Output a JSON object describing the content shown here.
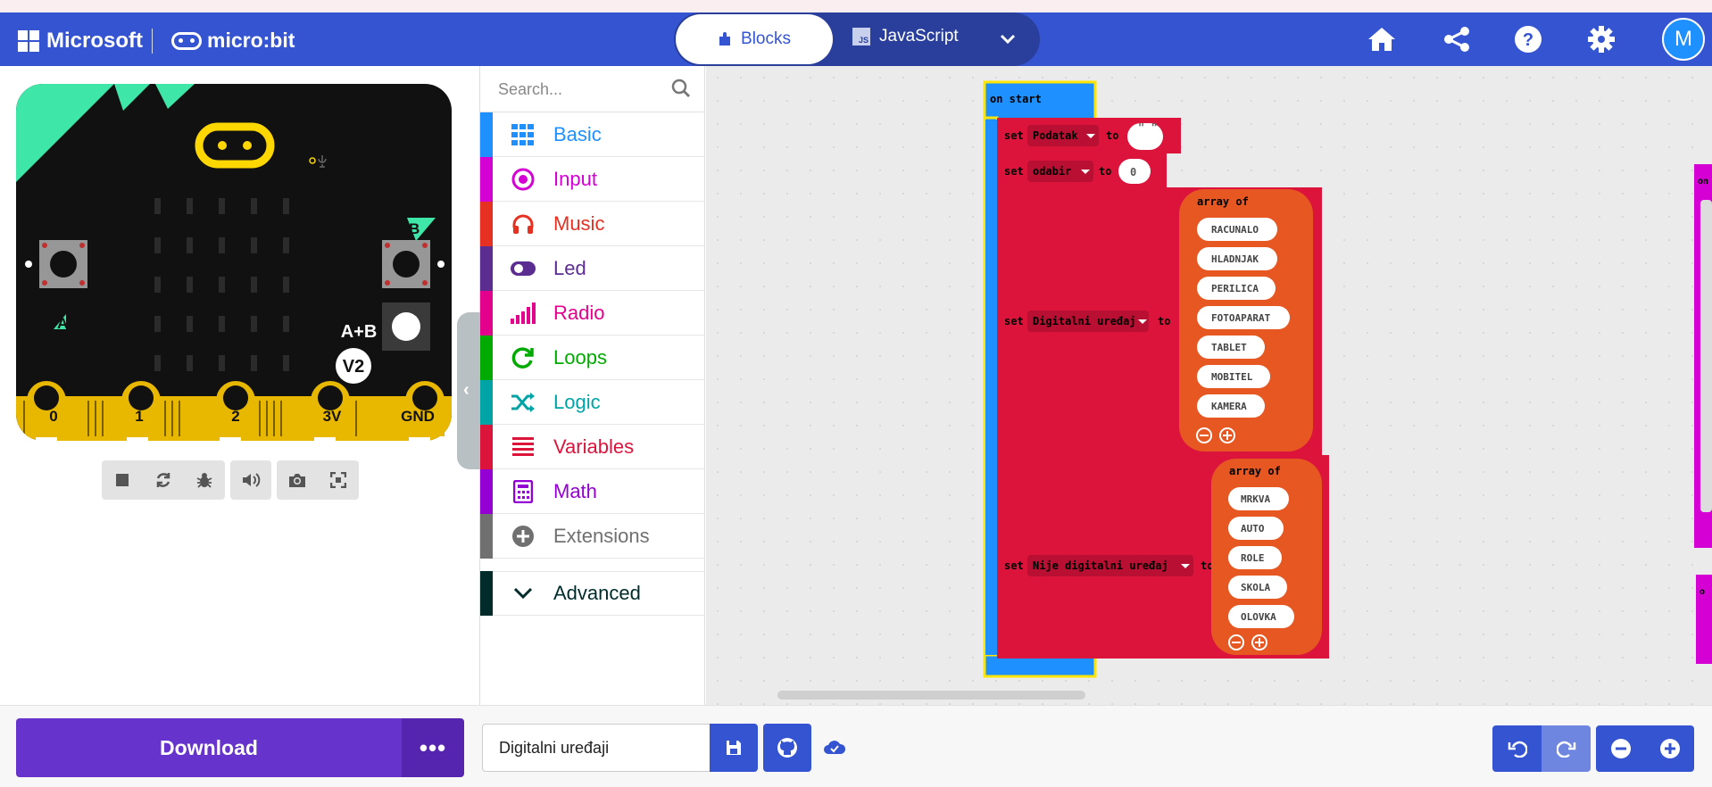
{
  "header": {
    "brand": "Microsoft",
    "product": "micro:bit",
    "modes": [
      {
        "label": "Blocks",
        "active": true
      },
      {
        "label": "JavaScript",
        "active": false
      }
    ],
    "avatar_initial": "M",
    "icons": [
      "home-icon",
      "share-icon",
      "help-icon",
      "settings-icon"
    ]
  },
  "simulator": {
    "pins": [
      "0",
      "1",
      "2",
      "3V",
      "GND"
    ],
    "button_a": "A",
    "button_b": "B",
    "button_ab": "A+B",
    "version": "V2",
    "toolbar_icons": [
      "stop-icon",
      "restart-icon",
      "debug-icon",
      "mute-icon",
      "screenshot-icon",
      "fullscreen-icon"
    ]
  },
  "toolbox": {
    "search_placeholder": "Search...",
    "categories": [
      {
        "label": "Basic",
        "color": "#1e90ff"
      },
      {
        "label": "Input",
        "color": "#d400d4"
      },
      {
        "label": "Music",
        "color": "#e63022"
      },
      {
        "label": "Led",
        "color": "#5c2d91"
      },
      {
        "label": "Radio",
        "color": "#e3008c"
      },
      {
        "label": "Loops",
        "color": "#00aa00"
      },
      {
        "label": "Logic",
        "color": "#00a4a6"
      },
      {
        "label": "Variables",
        "color": "#dc143c"
      },
      {
        "label": "Math",
        "color": "#9400d3"
      },
      {
        "label": "Extensions",
        "color": "#707070"
      }
    ],
    "advanced_label": "Advanced",
    "advanced_color": "#002b2b"
  },
  "workspace": {
    "on_start_label": "on start",
    "set_keyword": "set",
    "to_keyword": "to",
    "array_label": "array of",
    "set1_var": "Podatak",
    "set1_value": "\" \"",
    "set2_var": "odabir",
    "set2_value": "0",
    "set3_var": "Digitalni uređaj",
    "set3_items": [
      "RACUNALO",
      "HLADNJAK",
      "PERILICA",
      "FOTOAPARAT",
      "TABLET",
      "MOBITEL",
      "KAMERA"
    ],
    "set4_var": "Nije digitalni uređaj",
    "set4_items": [
      "MRKVA",
      "AUTO",
      "ROLE",
      "SKOLA",
      "OLOVKA"
    ],
    "edge_label_1": "on",
    "edge_label_2": "o",
    "colors": {
      "event": "#1e90ff",
      "variables": "#dc143c",
      "arrays": "#e65722",
      "highlight": "#ffe600"
    }
  },
  "bottom": {
    "download_label": "Download",
    "more_label": "•••",
    "project_name": "Digitalni uređaji"
  }
}
